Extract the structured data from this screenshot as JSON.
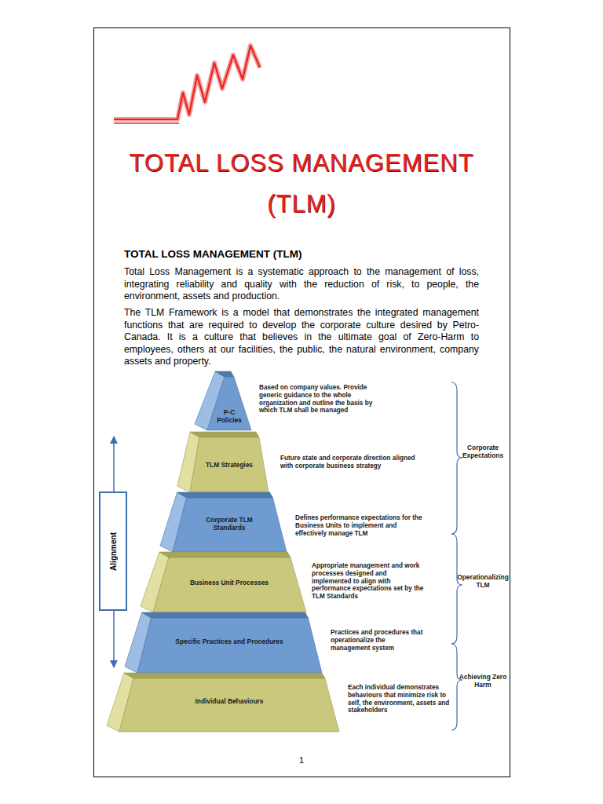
{
  "diagram": {
    "title": "TOTAL LOSS MANAGEMENT (TLM)",
    "nodes": [
      {
        "text": [
          "P-C Policies"
        ]
      },
      {
        "text": [
          "TLM Strategies"
        ]
      },
      {
        "text": [
          "Corporate TLM Standards"
        ]
      },
      {
        "text": [
          "Business Unit Processes"
        ]
      },
      {
        "text": [
          "Specific Practices and Procedures"
        ]
      },
      {
        "text": [
          "Individual Behaviours"
        ]
      },
      {
        "text": [
          "Alignment"
        ]
      }
    ],
    "labels": [
      "TOTAL LOSS MANAGEMENT (TLM)",
      "Total Loss Management is a systematic approach to the management of loss, integrating reliability and quality with the reduction of risk, to people, the environment, assets and production.",
      "The TLM Framework is a model that demonstrates the integrated management functions that are required to develop the corporate culture desired by Petro-Canada. It is a culture that believes in the ultimate goal of Zero-Harm to employees, others at our facilities, the public, the natural environment, company assets and property.",
      "Based on company values. Provide generic guidance to the whole organization and outline the basis by which TLM shall be managed",
      "Future state and corporate direction aligned with corporate business strategy",
      "Defines performance expectations for the Business Units to implement and effectively manage TLM",
      "Appropriate management and work processes designed and implemented to align with performance expectations set by the TLM Standards",
      "Practices and procedures that operationalize the management system",
      "Each individual demonstrates behaviours that minimize risk to self, the environment, assets and stakeholders",
      "Corporate Expectations",
      "Operationalizing TLM",
      "Achieving Zero Harm",
      "1"
    ]
  }
}
